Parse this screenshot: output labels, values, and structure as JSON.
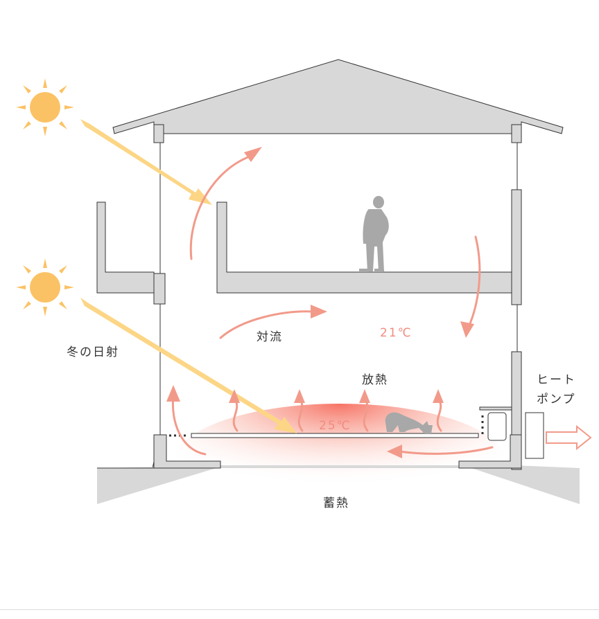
{
  "labels": {
    "winter_sun": "冬の日射",
    "convection": "対流",
    "temp_upper": "21℃",
    "temp_floor": "25℃",
    "heat_radiation": "放熱",
    "heat_pump_line1": "ヒート",
    "heat_pump_line2": "ポンプ",
    "heat_storage": "蓄熱"
  },
  "colors": {
    "sun": "#FBC265",
    "sun_ray": "#FCD686",
    "warm_arrow": "#F29A8A",
    "structure": "#D8D8D8",
    "outline": "#333333",
    "glow": "#F55A4A",
    "silhouette": "#A8A8A8"
  },
  "icons": {
    "sun": "sun-icon",
    "person": "person-silhouette-icon",
    "cat": "cat-silhouette-icon",
    "heat_pump_outlet": "outlet-arrow-icon"
  }
}
